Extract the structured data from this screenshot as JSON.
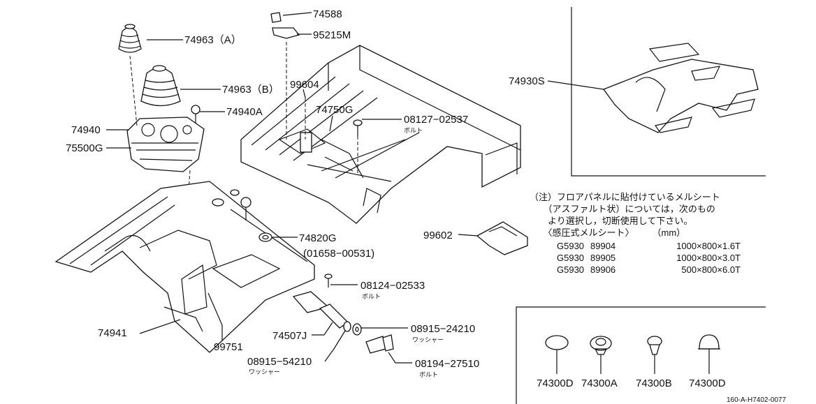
{
  "labels": {
    "l74588": "74588",
    "l95215M": "95215M",
    "l74963A": "74963（A）",
    "l74963B": "74963（B）",
    "l99604": "99604",
    "l74940A": "74940A",
    "l74750G": "74750G",
    "l08127": "08127−02537",
    "bolt1": "ボルト",
    "l74940": "74940",
    "l75500G": "75500G",
    "l74930S": "74930S",
    "l74820G": "74820G",
    "l01658": "(01658−00531)",
    "l99602": "99602",
    "l08124": "08124−02533",
    "bolt2": "ボルト",
    "l74941": "74941",
    "l74507J": "74507J",
    "l08915a": "08915−24210",
    "washer1": "ワッシャー",
    "l99751": "99751",
    "l08194": "08194−27510",
    "bolt3": "ボルト",
    "l08915b": "08915−54210",
    "washer2": "ワッシャー",
    "c1": "74300D",
    "c2": "74300A",
    "c3": "74300B",
    "c4": "74300D",
    "code": "160-A-H7402-0077"
  },
  "note": {
    "line1": "（注）フロアパネルに貼付けているメルシート",
    "line2": "　　（アスファルト状）については，次のもの",
    "line3": "　　より選択し，切断使用して下さい。",
    "line4": "　　〈感圧式メルシート〉　　　（mm）",
    "rows": [
      {
        "p": "G5930",
        "n": "89904",
        "s": "1000×800×1.6T"
      },
      {
        "p": "G5930",
        "n": "89905",
        "s": "1000×800×3.0T"
      },
      {
        "p": "G5930",
        "n": "89906",
        "s": "500×800×6.0T"
      }
    ]
  }
}
